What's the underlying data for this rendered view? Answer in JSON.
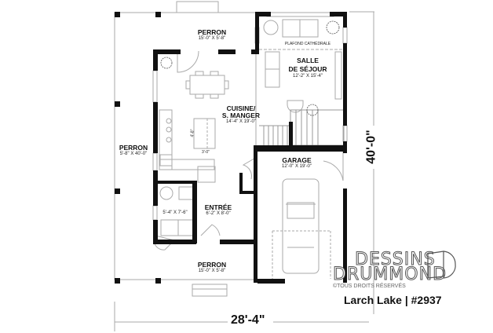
{
  "plan": {
    "rooms": [
      {
        "id": "perron-top",
        "title": "PERRON",
        "dims": "15'-0\" X 5'-8\""
      },
      {
        "id": "salle-sejour",
        "title_line1": "SALLE",
        "title_line2": "DE SÉJOUR",
        "dims": "12'-2\" X 15'-4\"",
        "note": "PLAFOND CATHÉDRALE"
      },
      {
        "id": "cuisine",
        "title_line1": "CUISINE/",
        "title_line2": "S. MANGER",
        "dims": "14'-4\" X 19'-0\"",
        "island_depth": "4'-8\"",
        "island_width": "3'-0\""
      },
      {
        "id": "perron-left",
        "title": "PERRON",
        "dims": "5'-8\" X 40'-0\""
      },
      {
        "id": "garage",
        "title": "GARAGE",
        "dims": "12'-0\" X 19'-0\""
      },
      {
        "id": "salle-bain",
        "dims": "5'-4\" X 7'-6\""
      },
      {
        "id": "entree",
        "title": "ENTRÉE",
        "dims": "6'-2\" X 8'-0\""
      },
      {
        "id": "perron-bottom",
        "title": "PERRON",
        "dims": "15'-0\" X 5'-8\""
      }
    ],
    "overall_width": "28'-4\"",
    "overall_depth": "40'-0\""
  },
  "branding": {
    "logo_line1": "DESSINS",
    "logo_line2": "DRUMMOND",
    "copyright": "©TOUS DROITS RÉSERVÉS",
    "model_name": "Larch Lake | #2937"
  }
}
